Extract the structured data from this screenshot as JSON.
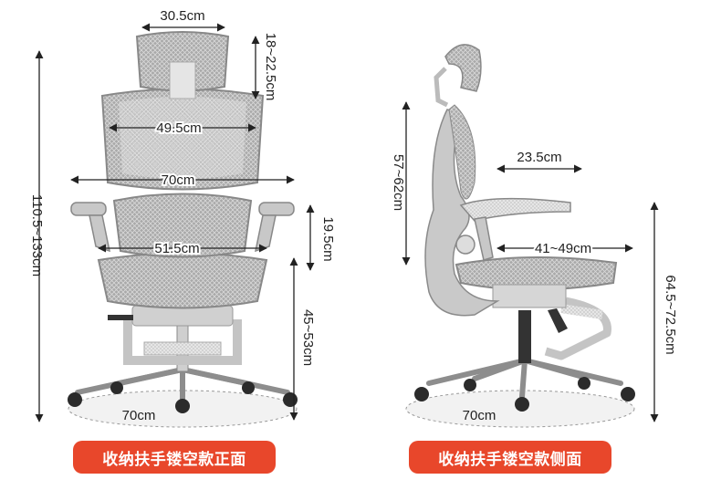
{
  "front": {
    "headrest_width": "30.5cm",
    "headrest_height": "18~22.5cm",
    "backrest_width": "49.5cm",
    "armrest_span": "70cm",
    "seat_width": "51.5cm",
    "armrest_height": "19.5cm",
    "seat_height": "45~53cm",
    "total_height": "110.5~133cm",
    "base_diameter": "70cm",
    "caption": "收纳扶手镂空款正面"
  },
  "side": {
    "headrest_to_seat": "57~62cm",
    "armrest_length": "23.5cm",
    "seat_depth": "41~49cm",
    "armrest_floor_height": "64.5~72.5cm",
    "base_diameter": "70cm",
    "caption": "收纳扶手镂空款侧面"
  },
  "colors": {
    "badge": "#e8472b",
    "frame": "#bdbdbd",
    "mesh": "#9e9e9e",
    "arrow": "#222222"
  }
}
